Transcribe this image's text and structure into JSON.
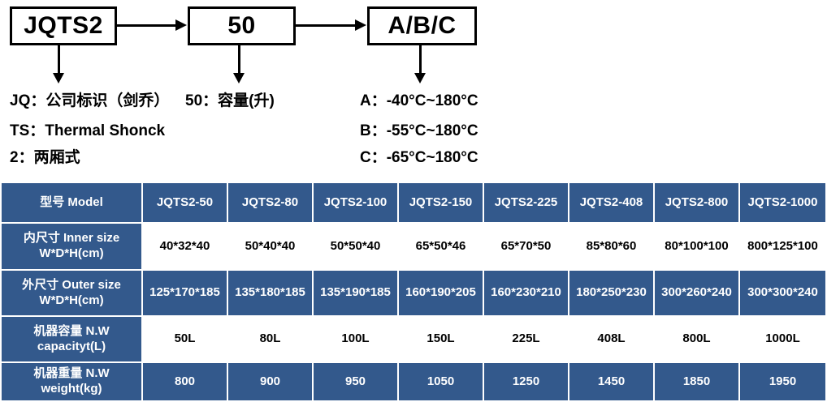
{
  "diagram": {
    "boxes": [
      {
        "name": "model-prefix",
        "label": "JQTS2"
      },
      {
        "name": "capacity",
        "label": "50"
      },
      {
        "name": "temperature-code",
        "label": "A/B/C"
      }
    ],
    "legend_left": [
      "JQ：公司标识（剑乔）",
      "TS：Thermal Shonck",
      "2：两厢式"
    ],
    "legend_mid": [
      "50：容量(升)"
    ],
    "legend_right": [
      "A：-40°C~180°C",
      "B：-55°C~180°C",
      "C：-65°C~180°C"
    ]
  },
  "table": {
    "header": [
      "型号 Model",
      "JQTS2-50",
      "JQTS2-80",
      "JQTS2-100",
      "JQTS2-150",
      "JQTS2-225",
      "JQTS2-408",
      "JQTS2-800",
      "JQTS2-1000"
    ],
    "rows": [
      {
        "label_line1": "内尺寸 Inner size",
        "label_line2": "W*D*H(cm)",
        "values": [
          "40*32*40",
          "50*40*40",
          "50*50*40",
          "65*50*46",
          "65*70*50",
          "85*80*60",
          "80*100*100",
          "800*125*100"
        ]
      },
      {
        "label_line1": "外尺寸 Outer size",
        "label_line2": "W*D*H(cm)",
        "values": [
          "125*170*185",
          "135*180*185",
          "135*190*185",
          "160*190*205",
          "160*230*210",
          "180*250*230",
          "300*260*240",
          "300*300*240"
        ]
      },
      {
        "label_line1": "机器容量 N.W",
        "label_line2": "capacityt(L)",
        "values": [
          "50L",
          "80L",
          "100L",
          "150L",
          "225L",
          "408L",
          "800L",
          "1000L"
        ]
      },
      {
        "label_line1": "机器重量 N.W",
        "label_line2": "weight(kg)",
        "values": [
          "800",
          "900",
          "950",
          "1050",
          "1250",
          "1450",
          "1850",
          "1950"
        ]
      }
    ]
  },
  "colors": {
    "table_blue": "#33598c",
    "table_white": "#ffffff",
    "line_black": "#000000"
  }
}
